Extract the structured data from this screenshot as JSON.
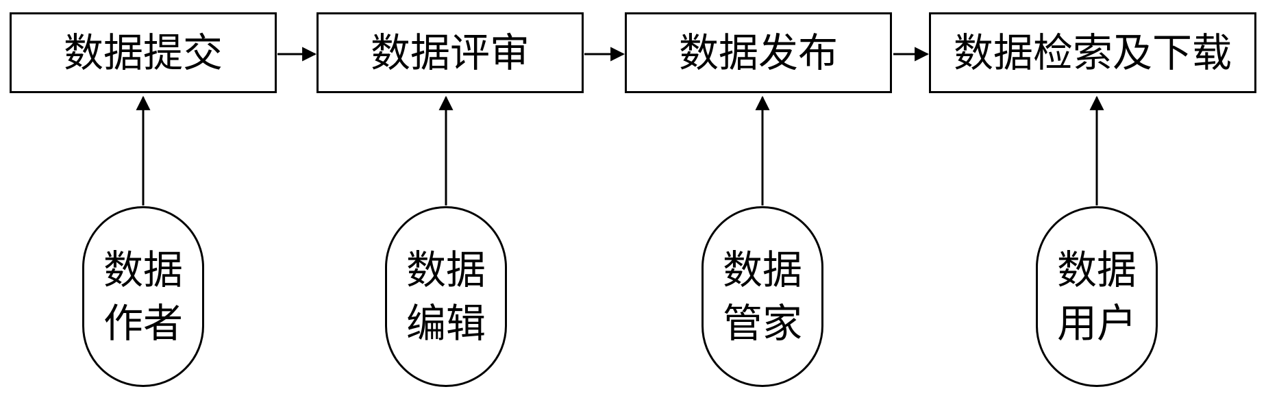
{
  "process_steps": [
    {
      "id": "submit",
      "label": "数据提交"
    },
    {
      "id": "review",
      "label": "数据评审"
    },
    {
      "id": "publish",
      "label": "数据发布"
    },
    {
      "id": "search",
      "label": "数据检索及下载"
    }
  ],
  "actors": [
    {
      "id": "author",
      "line1": "数据",
      "line2": "作者"
    },
    {
      "id": "editor",
      "line1": "数据",
      "line2": "编辑"
    },
    {
      "id": "steward",
      "line1": "数据",
      "line2": "管家"
    },
    {
      "id": "user",
      "line1": "数据",
      "line2": "用户"
    }
  ],
  "colors": {
    "stroke": "#000000",
    "background": "#ffffff"
  }
}
